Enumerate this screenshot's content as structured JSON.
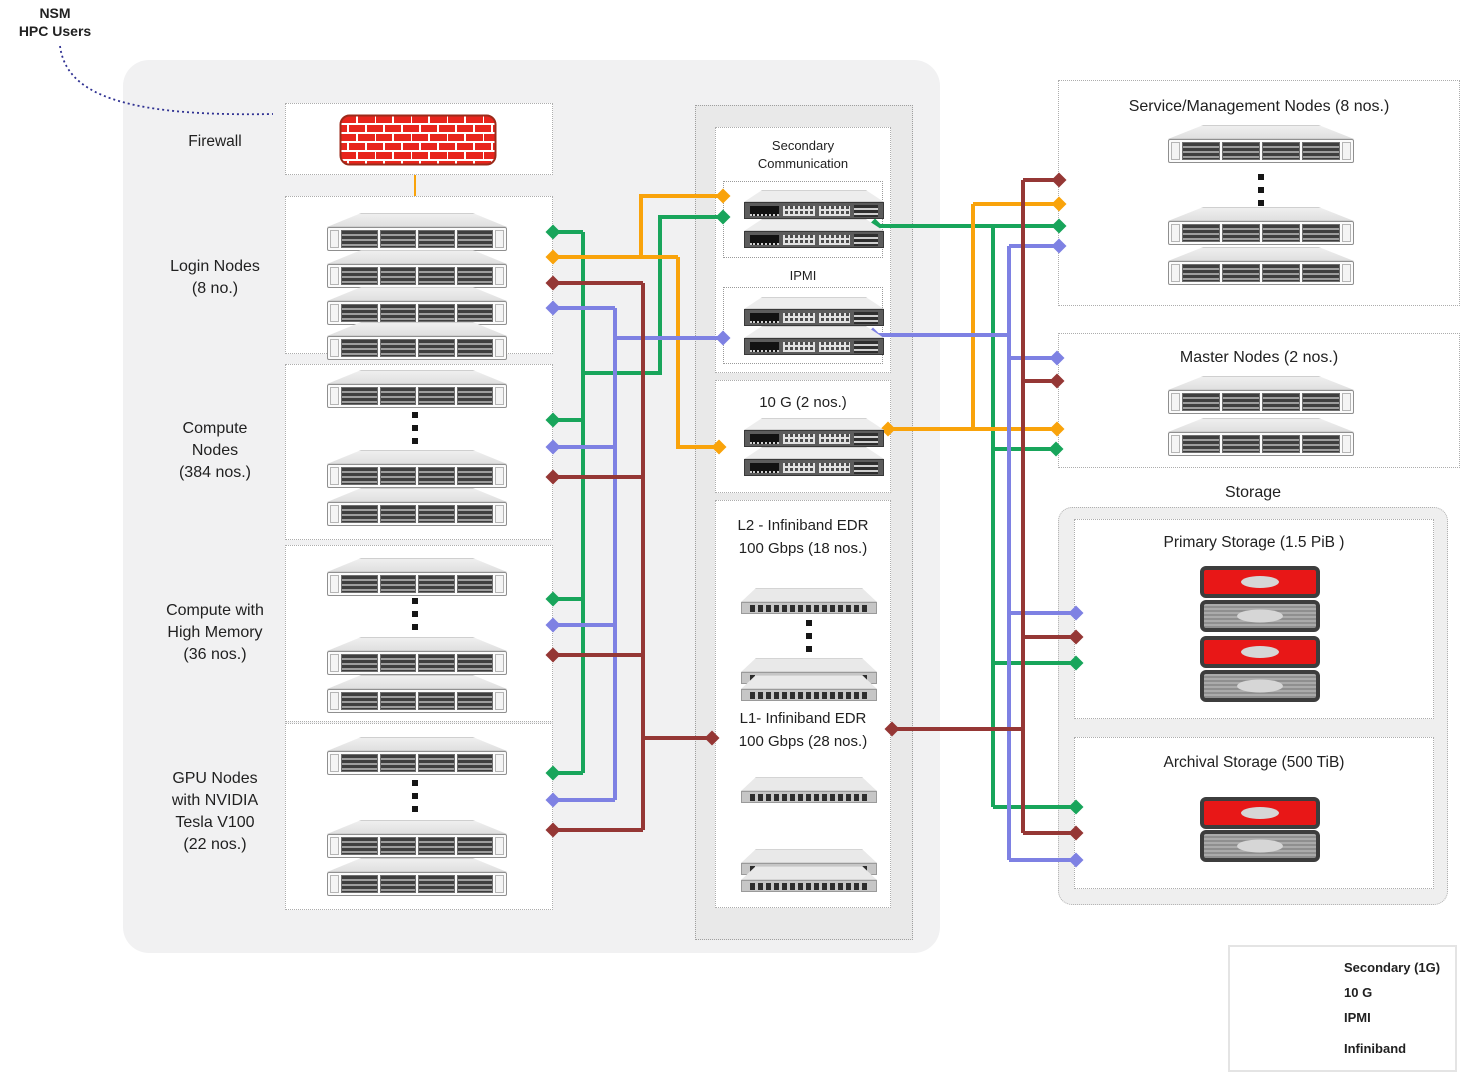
{
  "users": {
    "line1": "NSM",
    "line2": "HPC Users"
  },
  "left": {
    "firewall_label": "Firewall",
    "login": {
      "l1": "Login Nodes",
      "l2": "(8 no.)"
    },
    "compute": {
      "l1": "Compute",
      "l2": "Nodes",
      "l3": "(384 nos.)"
    },
    "himem": {
      "l1": "Compute with",
      "l2": "High Memory",
      "l3": "(36 nos.)"
    },
    "gpu": {
      "l1": "GPU Nodes",
      "l2": "with NVIDIA",
      "l3": "Tesla V100",
      "l4": "(22 nos.)"
    }
  },
  "network": {
    "secondary": {
      "l1": "Secondary",
      "l2": "Communication"
    },
    "ipmi_label": "IPMI",
    "ten_g_label": "10 G (2 nos.)",
    "l2sw": {
      "l1": "L2 - Infiniband EDR",
      "l2": "100 Gbps (18 nos.)"
    },
    "l1sw": {
      "l1": "L1- Infiniband EDR",
      "l2": "100 Gbps (28 nos.)"
    }
  },
  "right": {
    "service_label": "Service/Management Nodes (8 nos.)",
    "master_label": "Master Nodes (2 nos.)",
    "storage_label": "Storage",
    "primary_label": "Primary Storage (1.5 PiB )",
    "archival_label": "Archival Storage (500 TiB)"
  },
  "legend": {
    "items": [
      {
        "key": "green",
        "label": "Secondary (1G)",
        "color": "#18A55B"
      },
      {
        "key": "orange",
        "label": "10 G",
        "color": "#F9A30B"
      },
      {
        "key": "purple",
        "label": "IPMI",
        "color": "#7E81E3"
      },
      {
        "key": "red",
        "label": "Infiniband",
        "color": "#953735"
      }
    ]
  },
  "colors": {
    "firewall_brick": "#E8251D",
    "firewall_border": "#9C2A1A",
    "storage_active_red": "#E81717",
    "users_link": "#2F3192"
  },
  "icons": {
    "server": "rack-server-icon",
    "switch": "ethernet-switch-icon",
    "ib_switch": "infiniband-switch-icon",
    "firewall": "brick-wall-icon",
    "storage_red": "storage-array-active-icon",
    "storage_gray": "storage-array-icon",
    "ellipsis": "vertical-ellipsis-icon"
  },
  "networks": [
    {
      "name": "Secondary (1G)",
      "connects": [
        "Login Nodes",
        "Compute Nodes",
        "Compute with High Memory",
        "GPU Nodes",
        "Secondary Communication switches",
        "Service/Management Nodes",
        "Master Nodes",
        "Primary Storage",
        "Archival Storage"
      ]
    },
    {
      "name": "10 G",
      "connects": [
        "Firewall",
        "Login Nodes",
        "Secondary Communication switches",
        "10 G switches",
        "Service/Management Nodes",
        "Master Nodes"
      ]
    },
    {
      "name": "IPMI",
      "connects": [
        "Login Nodes",
        "Compute Nodes",
        "Compute with High Memory",
        "GPU Nodes",
        "IPMI switches",
        "Service/Management Nodes",
        "Master Nodes",
        "Primary Storage",
        "Archival Storage"
      ]
    },
    {
      "name": "Infiniband",
      "connects": [
        "Login Nodes",
        "Compute Nodes",
        "Compute with High Memory",
        "GPU Nodes",
        "L1 Infiniband switches",
        "Service/Management Nodes",
        "Master Nodes",
        "Primary Storage",
        "Archival Storage"
      ]
    }
  ]
}
